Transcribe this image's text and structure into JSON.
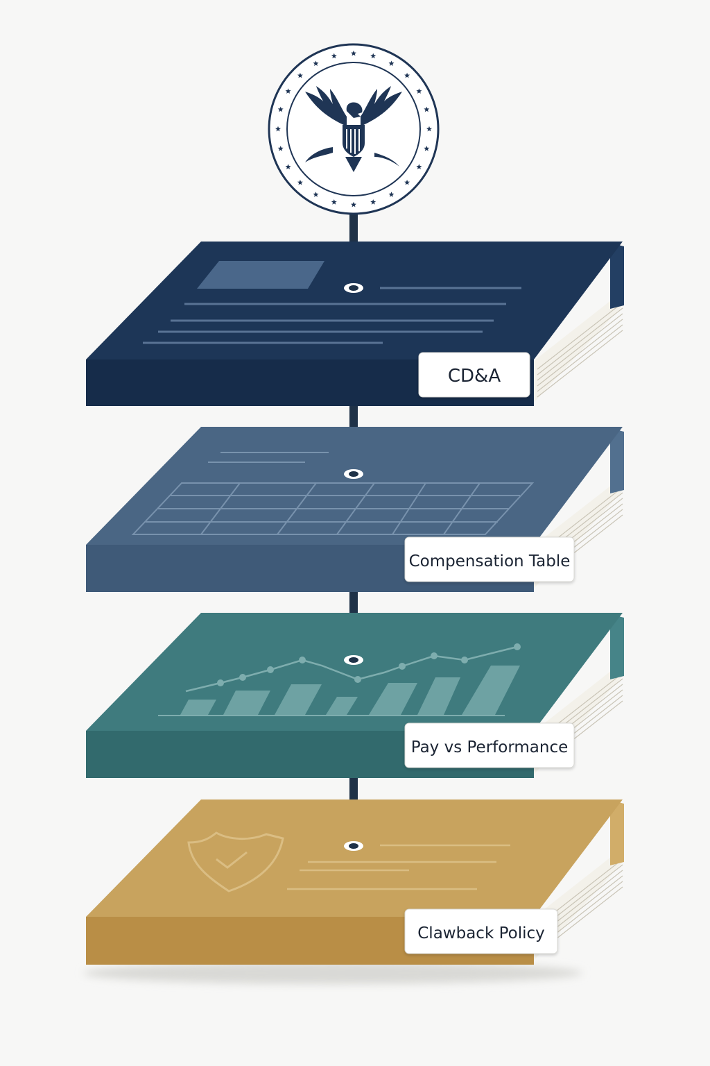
{
  "diagram": {
    "seal": {
      "icon": "sec-eagle-seal-icon",
      "ring_color": "#1f3555",
      "star_color": "#1f3555"
    },
    "connector_color": "#1f3248",
    "layers": [
      {
        "id": "cdna",
        "label": "CD&A",
        "content_icon": "document-lines-icon",
        "colors": {
          "top": "#1d3657",
          "front": "#162c4a",
          "spine": "#233f63"
        }
      },
      {
        "id": "compensation-table",
        "label": "Compensation Table",
        "content_icon": "table-grid-icon",
        "colors": {
          "top": "#4a6684",
          "front": "#3f5a78",
          "spine": "#52708f"
        }
      },
      {
        "id": "pay-vs-performance",
        "label": "Pay vs Performance",
        "content_icon": "bar-line-chart-icon",
        "colors": {
          "top": "#3f7b7e",
          "front": "#326a6d",
          "spine": "#468488"
        }
      },
      {
        "id": "clawback-policy",
        "label": "Clawback Policy",
        "content_icon": "shield-check-icon",
        "colors": {
          "top": "#c8a35e",
          "front": "#b98e46",
          "spine": "#d1ad69"
        }
      }
    ]
  }
}
